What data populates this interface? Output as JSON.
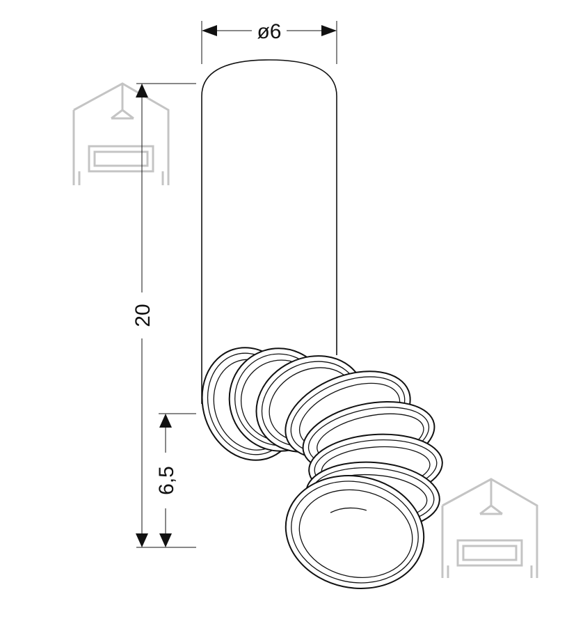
{
  "dimensions": {
    "diameter": "ø6",
    "height_total": "20",
    "height_head": "6,5"
  },
  "colors": {
    "line": "#111111",
    "watermark": "#c4c4c4",
    "background": "#ffffff"
  },
  "icons": [
    "house-logo-icon"
  ]
}
